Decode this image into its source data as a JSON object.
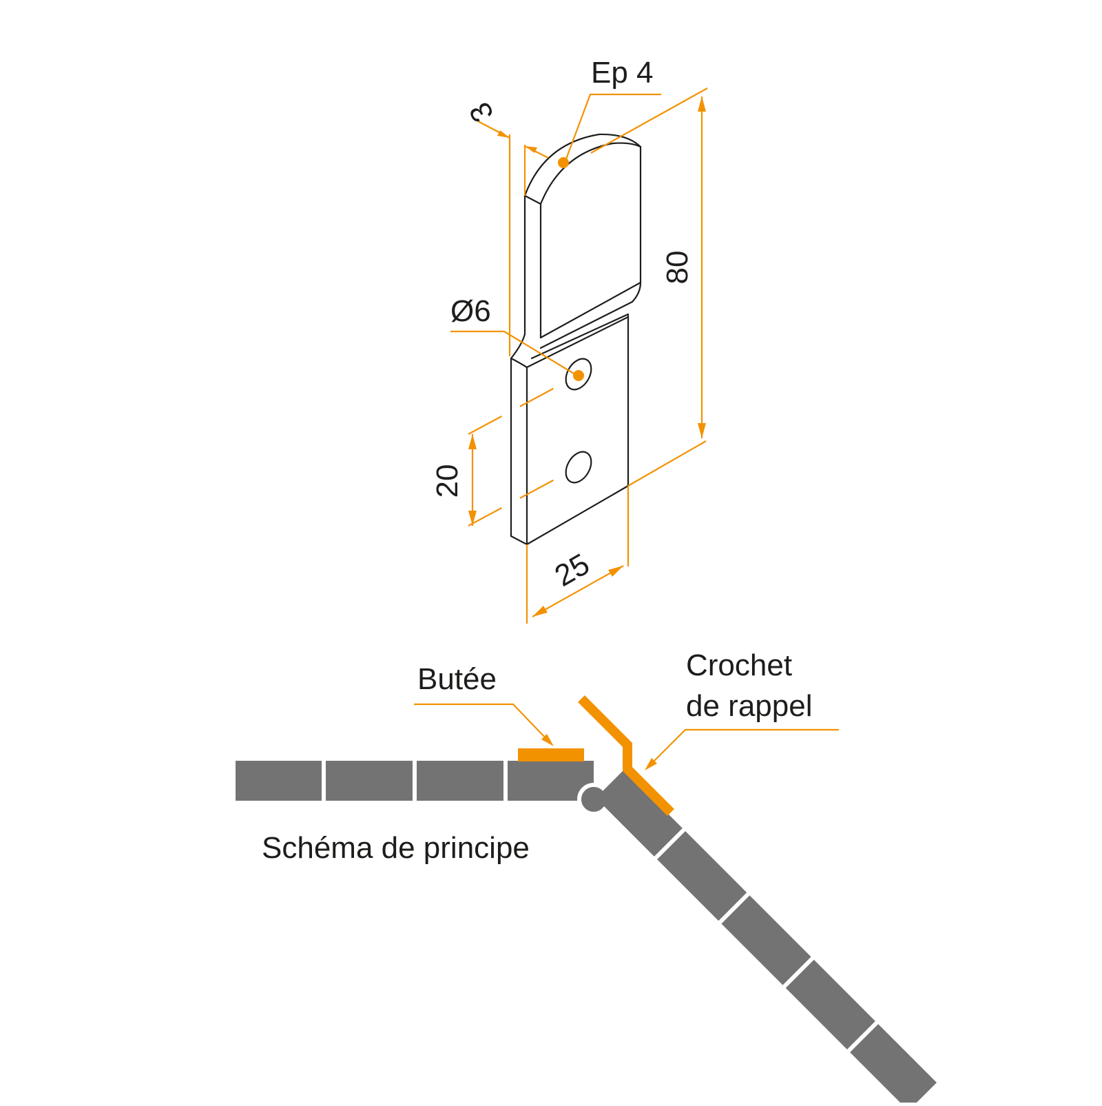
{
  "drawing": {
    "labels": {
      "thickness": "Ep 4",
      "dim_top": "3",
      "dim_length": "80",
      "dim_hole": "Ø6",
      "dim_spacing": "20",
      "dim_width": "25"
    }
  },
  "schematic": {
    "stop_label": "Butée",
    "hook_label_line1": "Crochet",
    "hook_label_line2": "de rappel",
    "caption": "Schéma de principe"
  },
  "colors": {
    "accent": "#f39200",
    "blocks": "#737374",
    "ink": "#1d1d1b"
  }
}
